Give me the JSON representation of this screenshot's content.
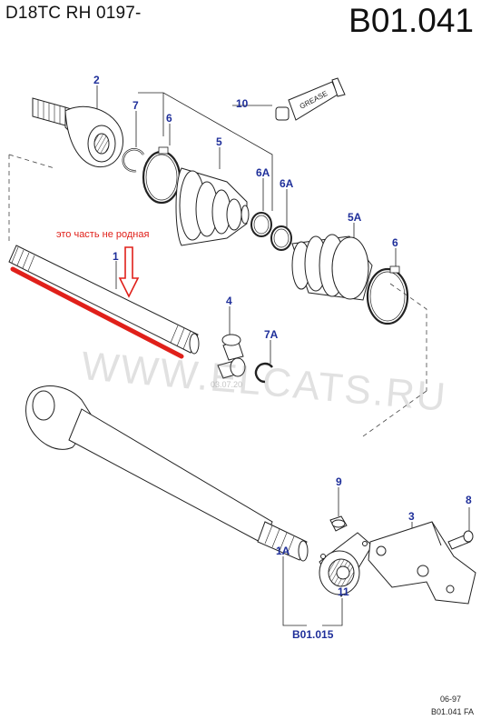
{
  "header": {
    "model_code": "D18TC RH 0197-",
    "figure_id": "B01.041"
  },
  "note": {
    "text": "это часть не родная"
  },
  "callouts": {
    "c1": "1",
    "c1a": "1A",
    "c2": "2",
    "c3": "3",
    "c4": "4",
    "c5": "5",
    "c5a": "5A",
    "c6_top": "6",
    "c6_right": "6",
    "c6a_1": "6A",
    "c6a_2": "6A",
    "c7": "7",
    "c7a": "7A",
    "c8": "8",
    "c9": "9",
    "c10": "10",
    "c11": "11"
  },
  "grease_label": "GREASE",
  "reference": "B01.015",
  "footer": {
    "date": "06-97",
    "code": "B01.041 FA"
  },
  "watermark": {
    "site": "WWW.ELCATS.RU",
    "small": "03.07.20"
  },
  "colors": {
    "callout": "#1f2f9a",
    "annotation": "#e0201a",
    "line": "#222222"
  }
}
